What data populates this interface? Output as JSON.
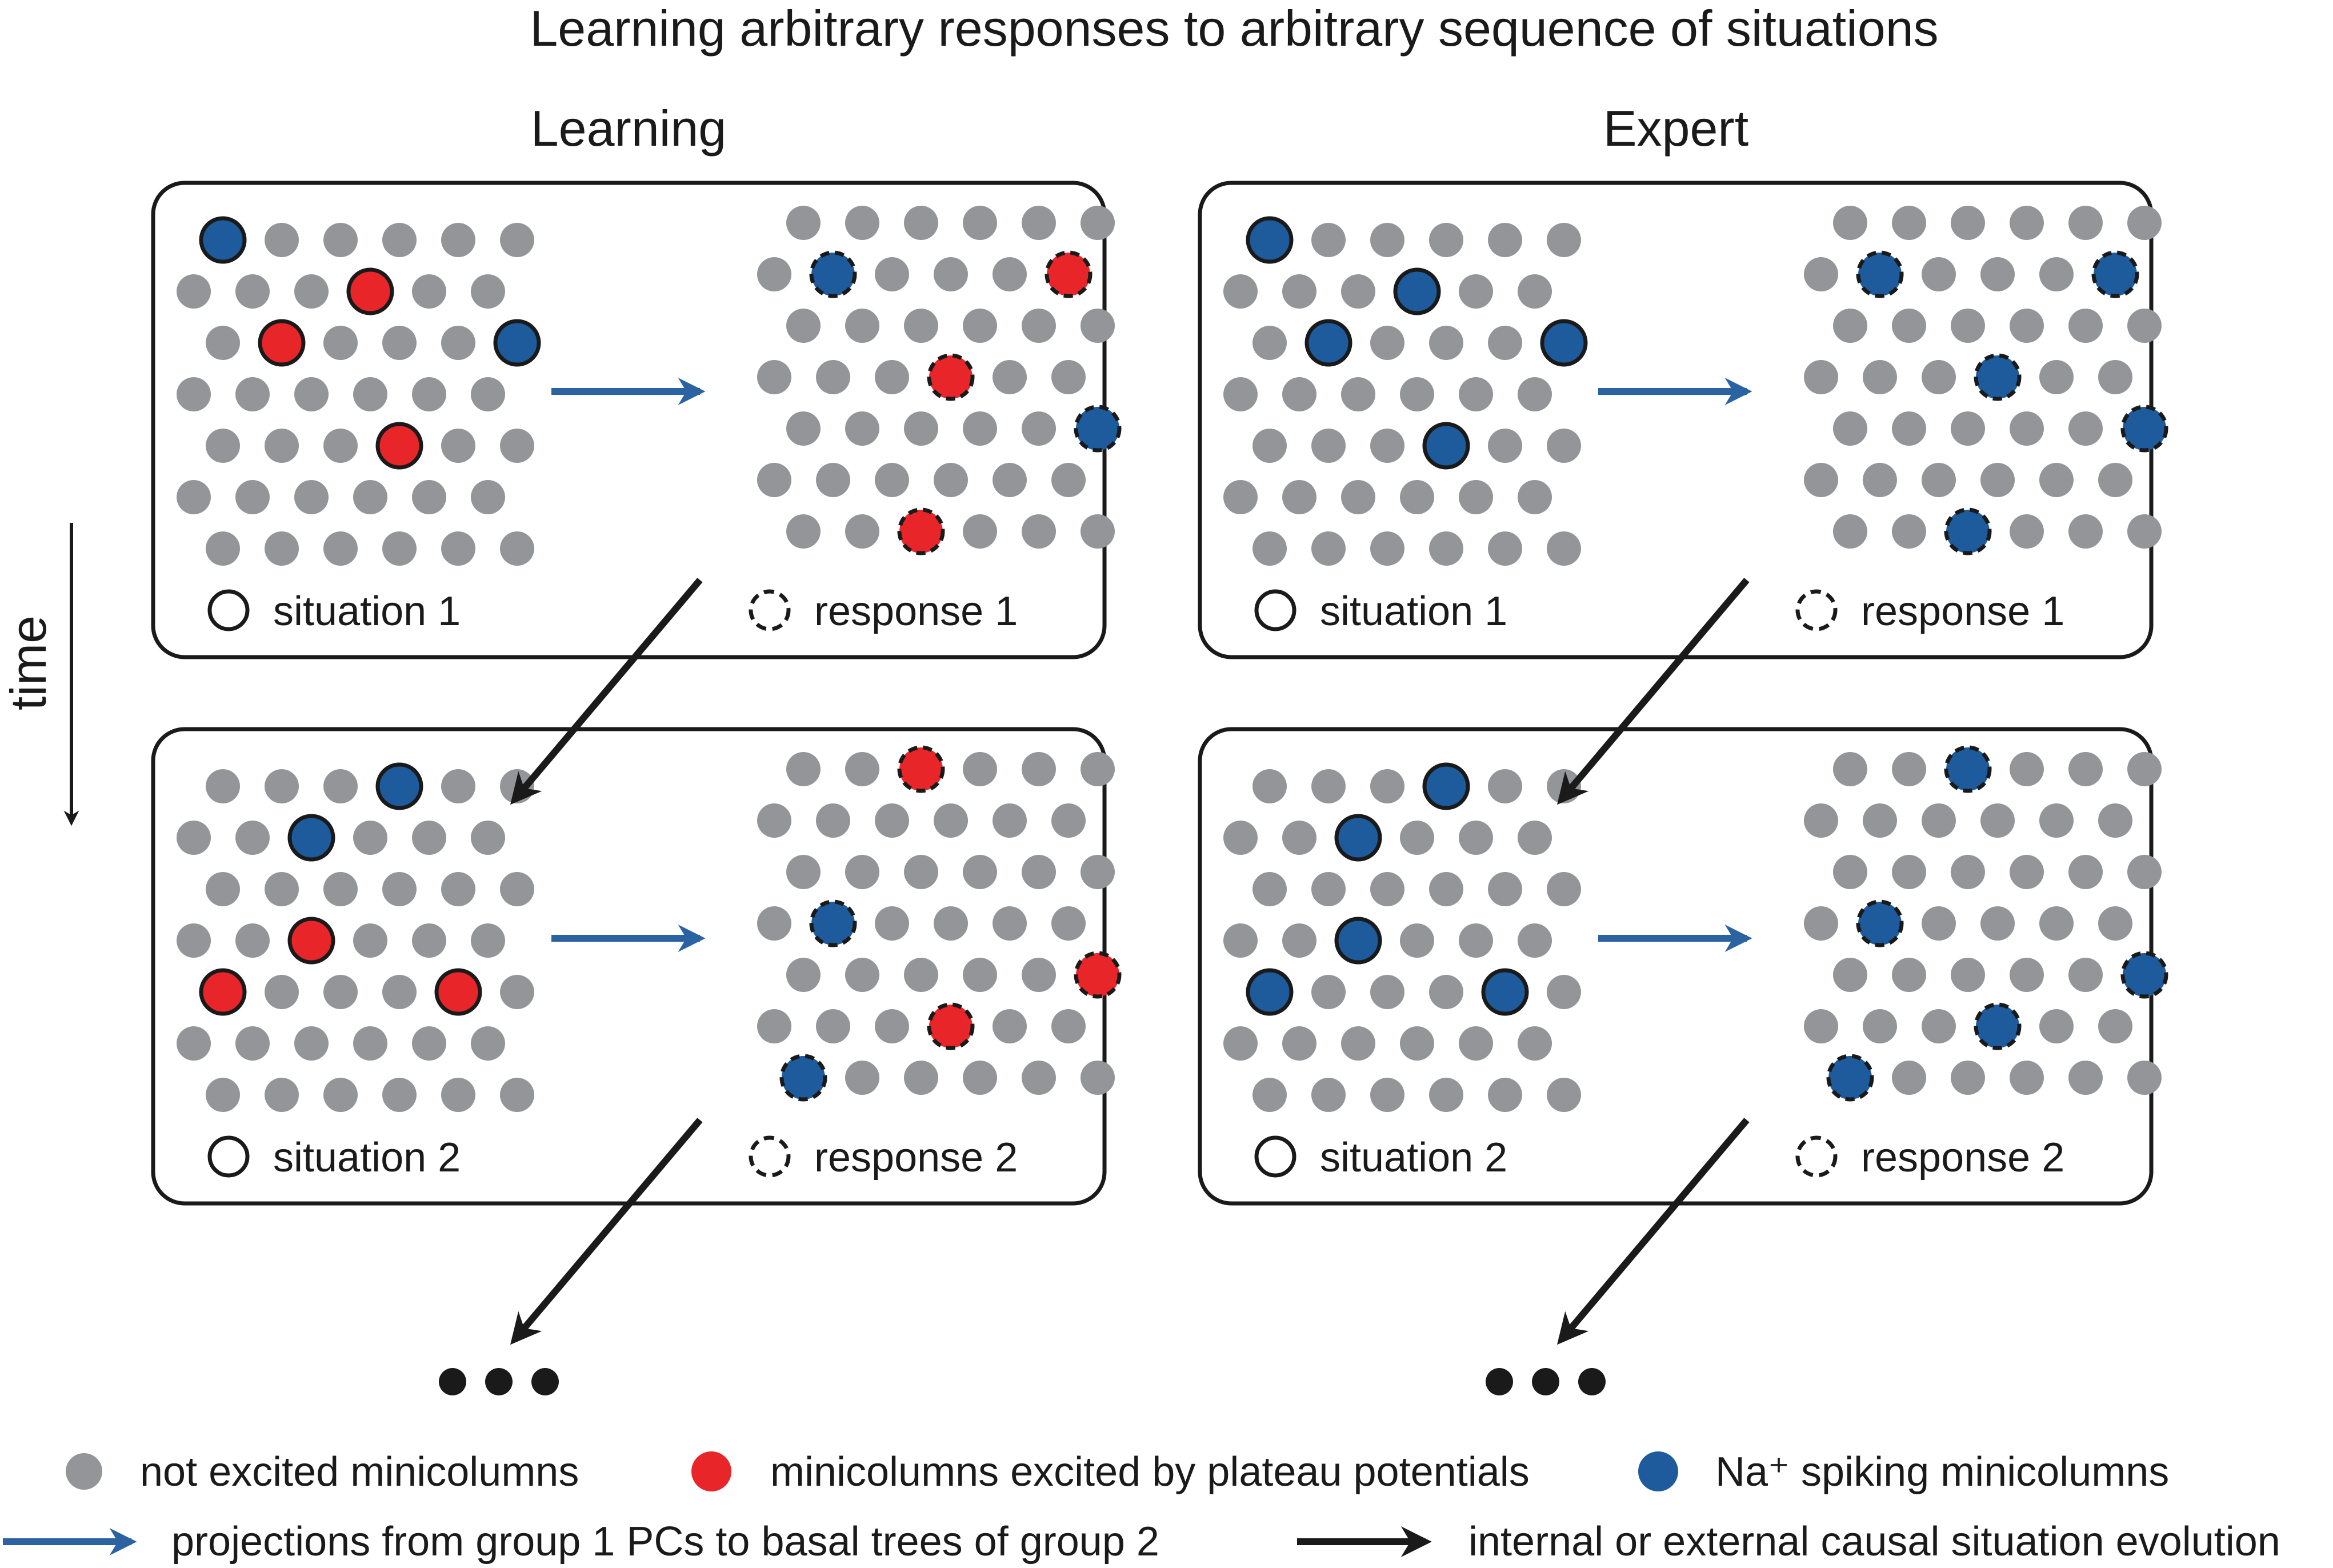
{
  "title": "Learning arbitrary responses to arbitrary sequence of situations",
  "columns": [
    {
      "title": "Learning",
      "panels": [
        {
          "situation_label": "situation 1",
          "response_label": "response 1",
          "situation_marks": [
            {
              "row": 0,
              "col": 0,
              "type": "blue"
            },
            {
              "row": 1,
              "col": 3,
              "type": "red"
            },
            {
              "row": 2,
              "col": 1,
              "type": "red"
            },
            {
              "row": 2,
              "col": 5,
              "type": "blue"
            },
            {
              "row": 4,
              "col": 3,
              "type": "red"
            }
          ],
          "response_marks": [
            {
              "row": 1,
              "col": 1,
              "type": "blue"
            },
            {
              "row": 1,
              "col": 5,
              "type": "red"
            },
            {
              "row": 3,
              "col": 3,
              "type": "red"
            },
            {
              "row": 4,
              "col": 5,
              "type": "blue"
            },
            {
              "row": 6,
              "col": 2,
              "type": "red"
            }
          ]
        },
        {
          "situation_label": "situation 2",
          "response_label": "response 2",
          "situation_marks": [
            {
              "row": 0,
              "col": 3,
              "type": "blue"
            },
            {
              "row": 1,
              "col": 2,
              "type": "blue"
            },
            {
              "row": 3,
              "col": 2,
              "type": "red"
            },
            {
              "row": 4,
              "col": 0,
              "type": "red"
            },
            {
              "row": 4,
              "col": 4,
              "type": "red"
            }
          ],
          "response_marks": [
            {
              "row": 0,
              "col": 2,
              "type": "red"
            },
            {
              "row": 3,
              "col": 1,
              "type": "blue"
            },
            {
              "row": 4,
              "col": 5,
              "type": "red"
            },
            {
              "row": 5,
              "col": 3,
              "type": "red"
            },
            {
              "row": 6,
              "col": 0,
              "type": "blue"
            }
          ]
        }
      ]
    },
    {
      "title": "Expert",
      "panels": [
        {
          "situation_label": "situation 1",
          "response_label": "response 1",
          "situation_marks": [
            {
              "row": 0,
              "col": 0,
              "type": "blue"
            },
            {
              "row": 1,
              "col": 3,
              "type": "blue"
            },
            {
              "row": 2,
              "col": 1,
              "type": "blue"
            },
            {
              "row": 2,
              "col": 5,
              "type": "blue"
            },
            {
              "row": 4,
              "col": 3,
              "type": "blue"
            }
          ],
          "response_marks": [
            {
              "row": 1,
              "col": 1,
              "type": "blue"
            },
            {
              "row": 1,
              "col": 5,
              "type": "blue"
            },
            {
              "row": 3,
              "col": 3,
              "type": "blue"
            },
            {
              "row": 4,
              "col": 5,
              "type": "blue"
            },
            {
              "row": 6,
              "col": 2,
              "type": "blue"
            }
          ]
        },
        {
          "situation_label": "situation 2",
          "response_label": "response 2",
          "situation_marks": [
            {
              "row": 0,
              "col": 3,
              "type": "blue"
            },
            {
              "row": 1,
              "col": 2,
              "type": "blue"
            },
            {
              "row": 3,
              "col": 2,
              "type": "blue"
            },
            {
              "row": 4,
              "col": 0,
              "type": "blue"
            },
            {
              "row": 4,
              "col": 4,
              "type": "blue"
            }
          ],
          "response_marks": [
            {
              "row": 0,
              "col": 2,
              "type": "blue"
            },
            {
              "row": 3,
              "col": 1,
              "type": "blue"
            },
            {
              "row": 4,
              "col": 5,
              "type": "blue"
            },
            {
              "row": 5,
              "col": 3,
              "type": "blue"
            },
            {
              "row": 6,
              "col": 0,
              "type": "blue"
            }
          ]
        }
      ]
    }
  ],
  "time_label": "time",
  "legend": {
    "not_excited": "not excited minicolumns",
    "plateau": "minicolumns excited by plateau potentials",
    "spiking": "Na⁺ spiking minicolumns",
    "projections": "projections from group 1 PCs to basal trees of group 2",
    "evolution": "internal or external causal situation evolution"
  },
  "colors": {
    "gray": "#939598",
    "red": "#e8262a",
    "blue": "#1e5b9c",
    "arrow_blue": "#2b63a2",
    "arrow_black": "#1a1a1a",
    "outline": "#1a1a1a"
  },
  "icons": {
    "ellipsis": "three-dots-icon",
    "situation": "solid-circle-icon",
    "response": "dashed-circle-icon"
  }
}
